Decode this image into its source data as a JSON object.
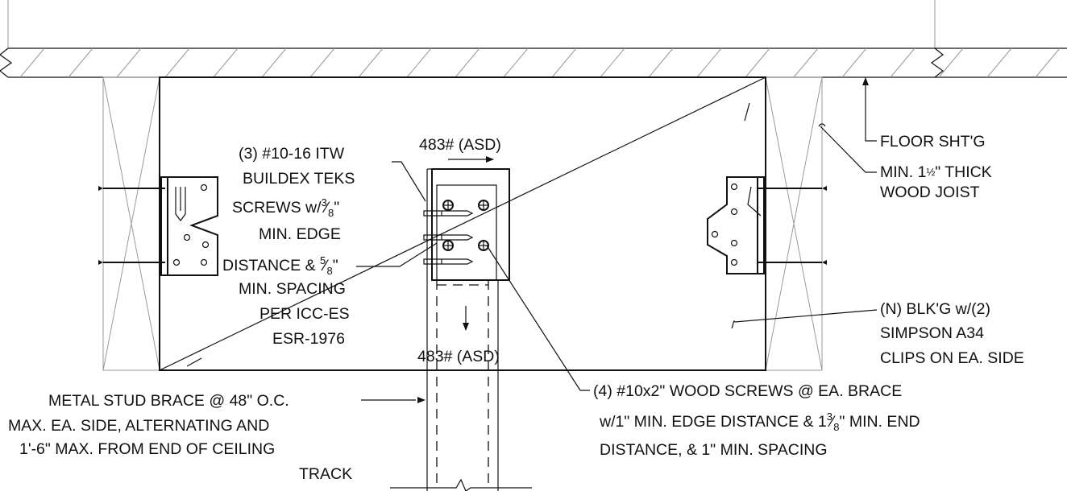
{
  "labels": {
    "load_top": "483# (ASD)",
    "load_bottom": "483# (ASD)",
    "floor_sheathing": "FLOOR SHT'G",
    "joist": [
      "MIN. 1",
      "½",
      "\" THICK",
      "WOOD JOIST"
    ],
    "teks_screws": [
      "(3) #10-16 ITW",
      "BUILDEX TEKS",
      "SCREWS w/",
      "3",
      "8",
      "\"",
      "MIN. EDGE",
      "DISTANCE & ",
      "5",
      "8",
      "\"",
      "MIN. SPACING",
      "PER ICC-ES",
      "ESR-1976"
    ],
    "blocking": [
      "(N) BLK'G w/(2)",
      "SIMPSON A34",
      "CLIPS ON EA. SIDE"
    ],
    "wood_screws": [
      "(4) #10x2\" WOOD SCREWS @ EA. BRACE",
      "w/1\" MIN. EDGE DISTANCE & 1",
      "3",
      "8",
      "\" MIN. END",
      "DISTANCE, & 1\" MIN. SPACING"
    ],
    "metal_stud_brace": [
      "METAL STUD BRACE @ 48\" O.C.",
      "MAX. EA. SIDE, ALTERNATING AND",
      "1'-6\" MAX. FROM END OF CEILING",
      "TRACK"
    ]
  }
}
